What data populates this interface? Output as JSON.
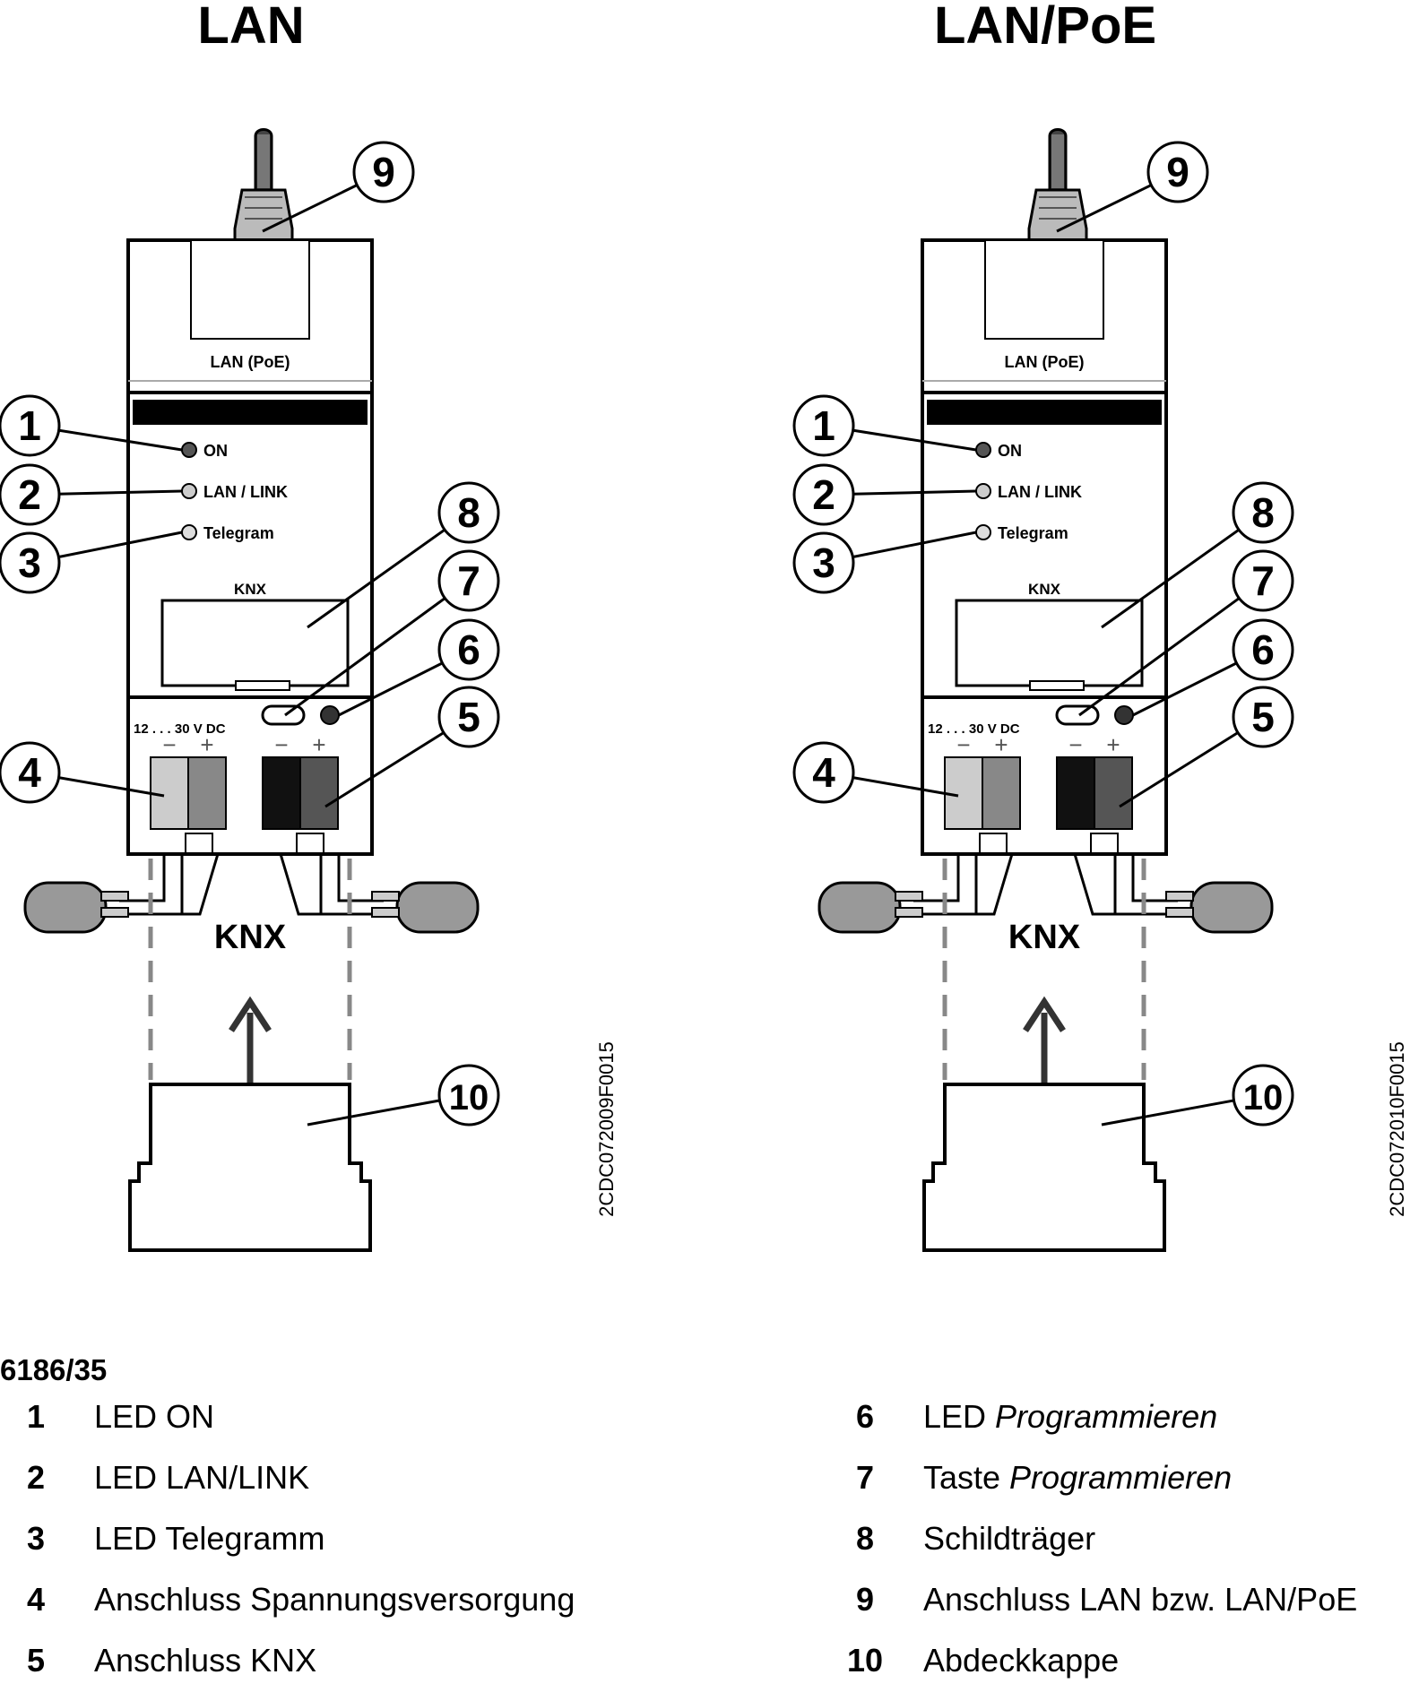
{
  "titles": {
    "left": "LAN",
    "right": "LAN/PoE"
  },
  "device": {
    "port_label": "LAN (PoE)",
    "led_on": "ON",
    "led_link": "LAN / LINK",
    "led_telegram": "Telegram",
    "knx_logo": "KNX",
    "voltage": "12 . . . 30 V DC",
    "minus": "−",
    "plus": "+",
    "bus_label": "KNX"
  },
  "callouts": [
    "1",
    "2",
    "3",
    "4",
    "5",
    "6",
    "7",
    "8",
    "9",
    "10"
  ],
  "figure_codes": {
    "left": "2CDC072009F0015",
    "right": "2CDC072010F0015"
  },
  "legend": {
    "model": "6186/35",
    "left_items": [
      {
        "num": "1",
        "text": "LED ON"
      },
      {
        "num": "2",
        "text": "LED LAN/LINK"
      },
      {
        "num": "3",
        "text": "LED Telegramm"
      },
      {
        "num": "4",
        "text": "Anschluss Spannungsversorgung"
      },
      {
        "num": "5",
        "text": "Anschluss KNX"
      }
    ],
    "right_items": [
      {
        "num": "6",
        "text": "LED ",
        "italic": "Programmieren"
      },
      {
        "num": "7",
        "text": "Taste ",
        "italic": "Programmieren"
      },
      {
        "num": "8",
        "text": "Schildträger"
      },
      {
        "num": "9",
        "text": "Anschluss LAN bzw. LAN/PoE"
      },
      {
        "num": "10",
        "text": "Abdeckkappe"
      }
    ]
  }
}
